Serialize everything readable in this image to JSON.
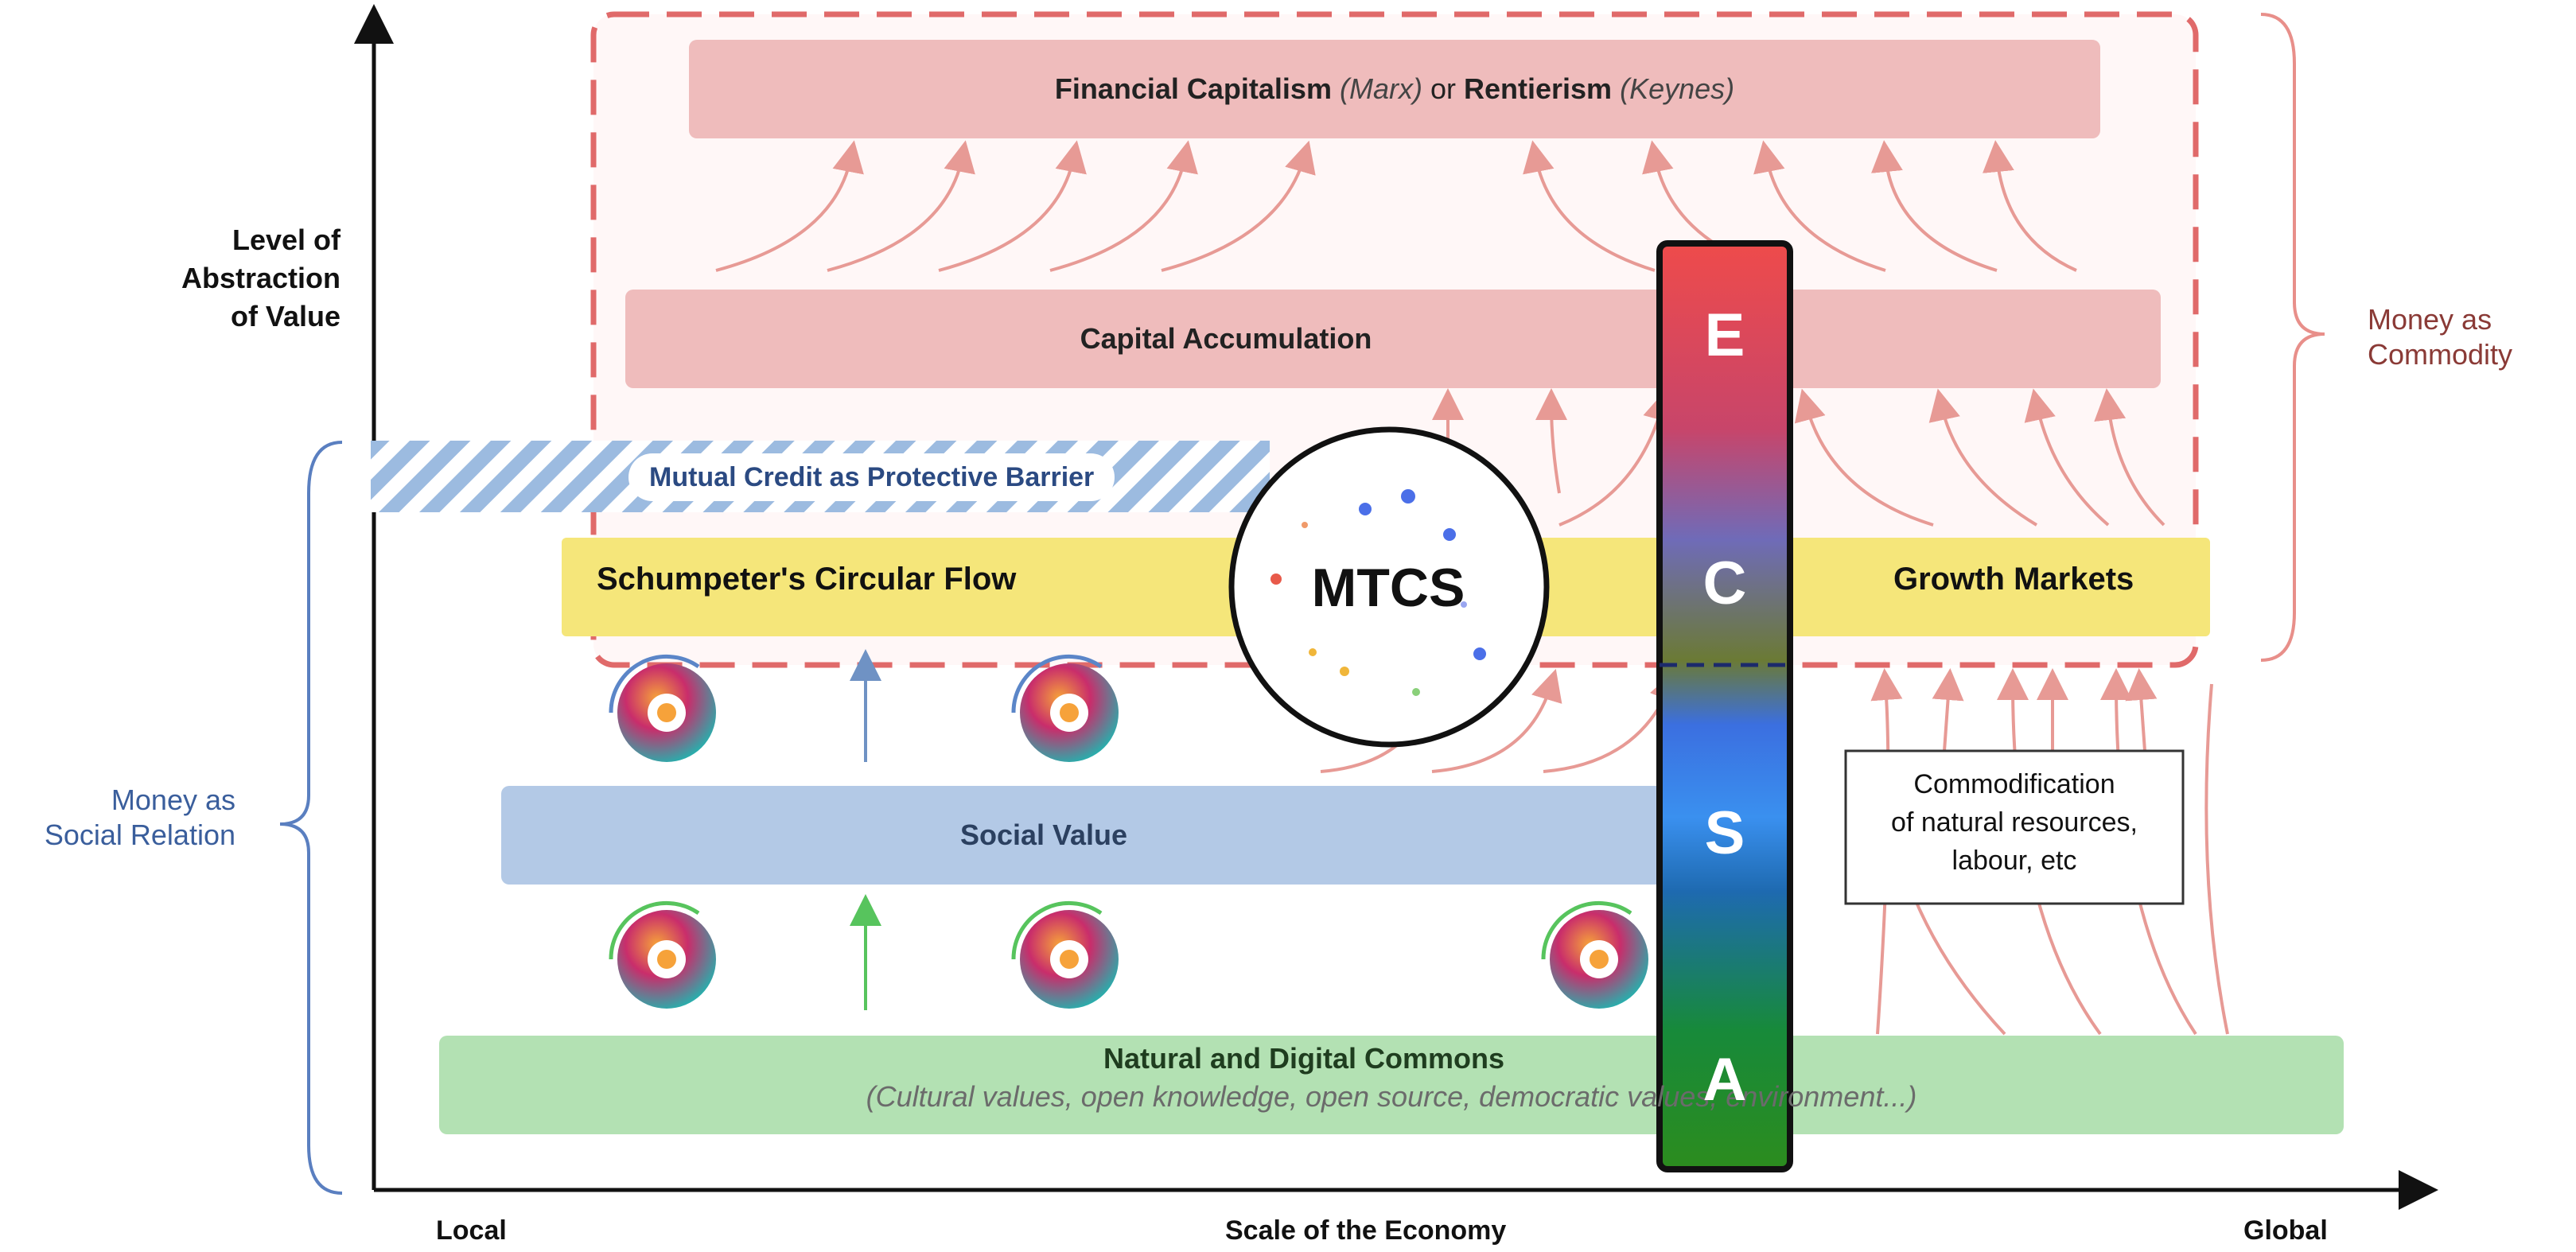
{
  "axes": {
    "y_label_lines": [
      "Level of",
      "Abstraction",
      "of Value"
    ],
    "x_label": "Scale of the Economy",
    "x_left": "Local",
    "x_right": "Global"
  },
  "side_labels": {
    "social_lines": [
      "Money as",
      "Social Relation"
    ],
    "commodity_lines": [
      "Money as",
      "Commodity"
    ]
  },
  "layers": {
    "financial": {
      "part1": "Financial Capitalism",
      "part2": "(Marx)",
      "part3": " or ",
      "part4": "Rentierism",
      "part5": "(Keynes)"
    },
    "capital_accumulation": "Capital Accumulation",
    "mutual_credit": "Mutual Credit as Protective Barrier",
    "schumpeter": "Schumpeter's Circular Flow",
    "growth_markets": "Growth Markets",
    "social_value": "Social Value",
    "commons_title": "Natural and Digital Commons",
    "commons_subtitle": "(Cultural values, open knowledge, open source, democratic values, environment...)"
  },
  "mtcs_label": "MTCS",
  "commodification_lines": [
    "Commodification",
    "of natural resources,",
    "labour, etc"
  ],
  "esca_letters": [
    "E",
    "C",
    "S",
    "A"
  ],
  "colors": {
    "financial_band": "#efbcbc",
    "dashed_border": "#e06a6a",
    "yellow_band": "#f5e67a",
    "blue_band": "#b3c9e6",
    "green_band": "#b3e1b3",
    "arrow_red": "#e79a95",
    "arrow_blue": "#6f92c4",
    "arrow_green": "#57c45d"
  }
}
